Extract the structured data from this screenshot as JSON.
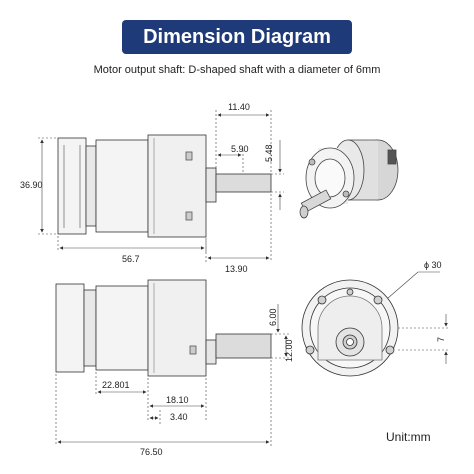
{
  "title": "Dimension Diagram",
  "subtitle": "Motor output shaft: D-shaped shaft with a diameter of 6mm",
  "unit_label": "Unit:mm",
  "colors": {
    "banner": "#1f3a78",
    "line": "#333333",
    "body": "#f2f2f2"
  },
  "dimensions": {
    "top_view": {
      "height": "36.90",
      "length": "56.7",
      "shaft_length": "13.90",
      "shaft_offset": "11.40",
      "shaft_flat": "5.90",
      "shaft_diameter": "5.48"
    },
    "bottom_view": {
      "total_length": "76.50",
      "motor_length": "22.801",
      "gearbox_length": "18.10",
      "boss_length": "3.40",
      "shaft_dia": "6.00",
      "shaft_height": "12.00",
      "face_diameter": "ϕ 30",
      "hole_offset": "7"
    }
  }
}
